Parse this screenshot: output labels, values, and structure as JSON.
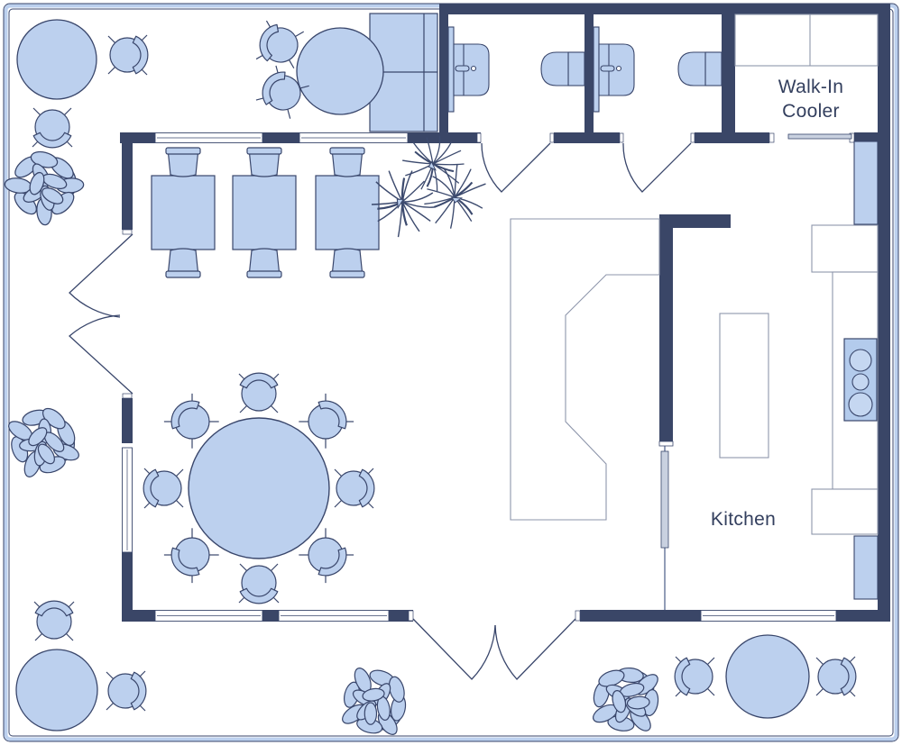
{
  "title": "Restaurant floor plan",
  "labels": {
    "walk_in_cooler_line1": "Walk-In",
    "walk_in_cooler_line2": "Cooler",
    "kitchen": "Kitchen"
  },
  "colors": {
    "wall": "#3a4667",
    "furniture_fill": "#bcd0ee",
    "furniture_stroke": "#39466b",
    "counter_stroke": "#8e96ab",
    "slider_fill": "#c9d1e0",
    "label_text": "#333f5e",
    "fence_band": "#bcd0ee",
    "background": "#ffffff"
  },
  "rooms": {
    "walk_in_cooler": {
      "label": "Walk-In Cooler"
    },
    "kitchen": {
      "label": "Kitchen"
    },
    "dining_room": {
      "label": ""
    },
    "restroom_1": {
      "label": ""
    },
    "restroom_2": {
      "label": ""
    },
    "patio": {
      "label": ""
    }
  },
  "inventory": {
    "two_top_tables": 3,
    "large_round_table_chairs": 8,
    "patio_round_tables": 3,
    "patio_chairs": 6,
    "vestibule_chairs": 2,
    "restroom_sinks": 2,
    "restroom_toilets": 2,
    "stove_burners": 3,
    "leafy_plants": 4,
    "spiky_plant_clusters": 3,
    "double_doors": 2,
    "single_doors": 2,
    "sliding_doors": 2
  }
}
